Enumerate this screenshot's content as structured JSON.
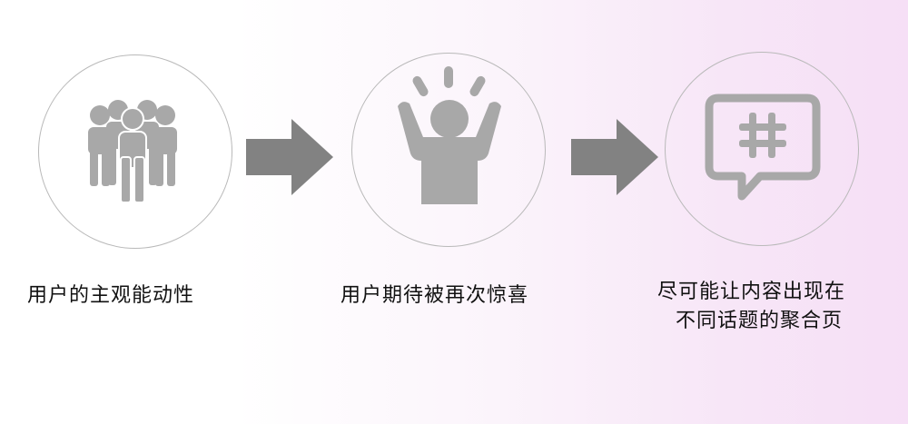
{
  "steps": [
    {
      "label": "用户的主观能动性",
      "icon": "people-group-icon"
    },
    {
      "label": "用户期待被再次惊喜",
      "icon": "cheering-person-icon"
    },
    {
      "label_line1": "尽可能让内容出现在",
      "label_line2": "不同话题的聚合页",
      "icon": "hashtag-chat-icon"
    }
  ],
  "connectors": [
    "arrow-right-icon",
    "arrow-right-icon"
  ],
  "colors": {
    "icon": "#a8a8a8",
    "arrow": "#828282",
    "circle_border": "#b9b9b9",
    "text": "#111111",
    "background_right": "#f6dff6"
  }
}
